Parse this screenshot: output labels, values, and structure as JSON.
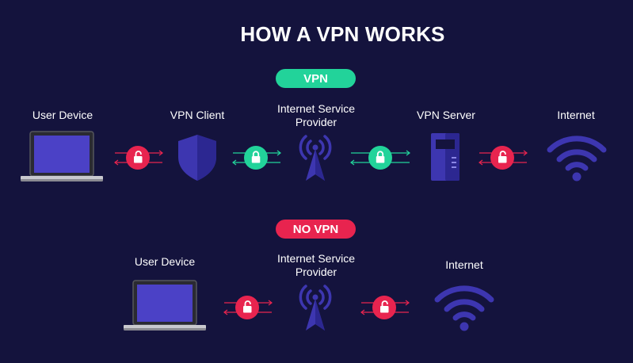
{
  "title": "HOW A VPN WORKS",
  "vpn_section": {
    "badge": "VPN",
    "nodes": [
      "User Device",
      "VPN Client",
      "Internet Service\nProvider",
      "VPN Server",
      "Internet"
    ],
    "links": [
      {
        "lock": "open",
        "color": "#e8244f"
      },
      {
        "lock": "closed",
        "color": "#22d39a"
      },
      {
        "lock": "closed",
        "color": "#22d39a"
      },
      {
        "lock": "open",
        "color": "#e8244f"
      }
    ]
  },
  "novpn_section": {
    "badge": "NO VPN",
    "nodes": [
      "User Device",
      "Internet Service\nProvider",
      "Internet"
    ],
    "links": [
      {
        "lock": "open",
        "color": "#e8244f"
      },
      {
        "lock": "open",
        "color": "#e8244f"
      }
    ]
  },
  "colors": {
    "background": "#14133d",
    "icon": "#3d36b0",
    "icon_dark": "#2c2791",
    "vpn_green": "#22d39a",
    "no_vpn_red": "#e8244f"
  },
  "icons": [
    "laptop-icon",
    "shield-icon",
    "antenna-icon",
    "server-icon",
    "wifi-icon",
    "lock-icon",
    "unlock-icon"
  ]
}
